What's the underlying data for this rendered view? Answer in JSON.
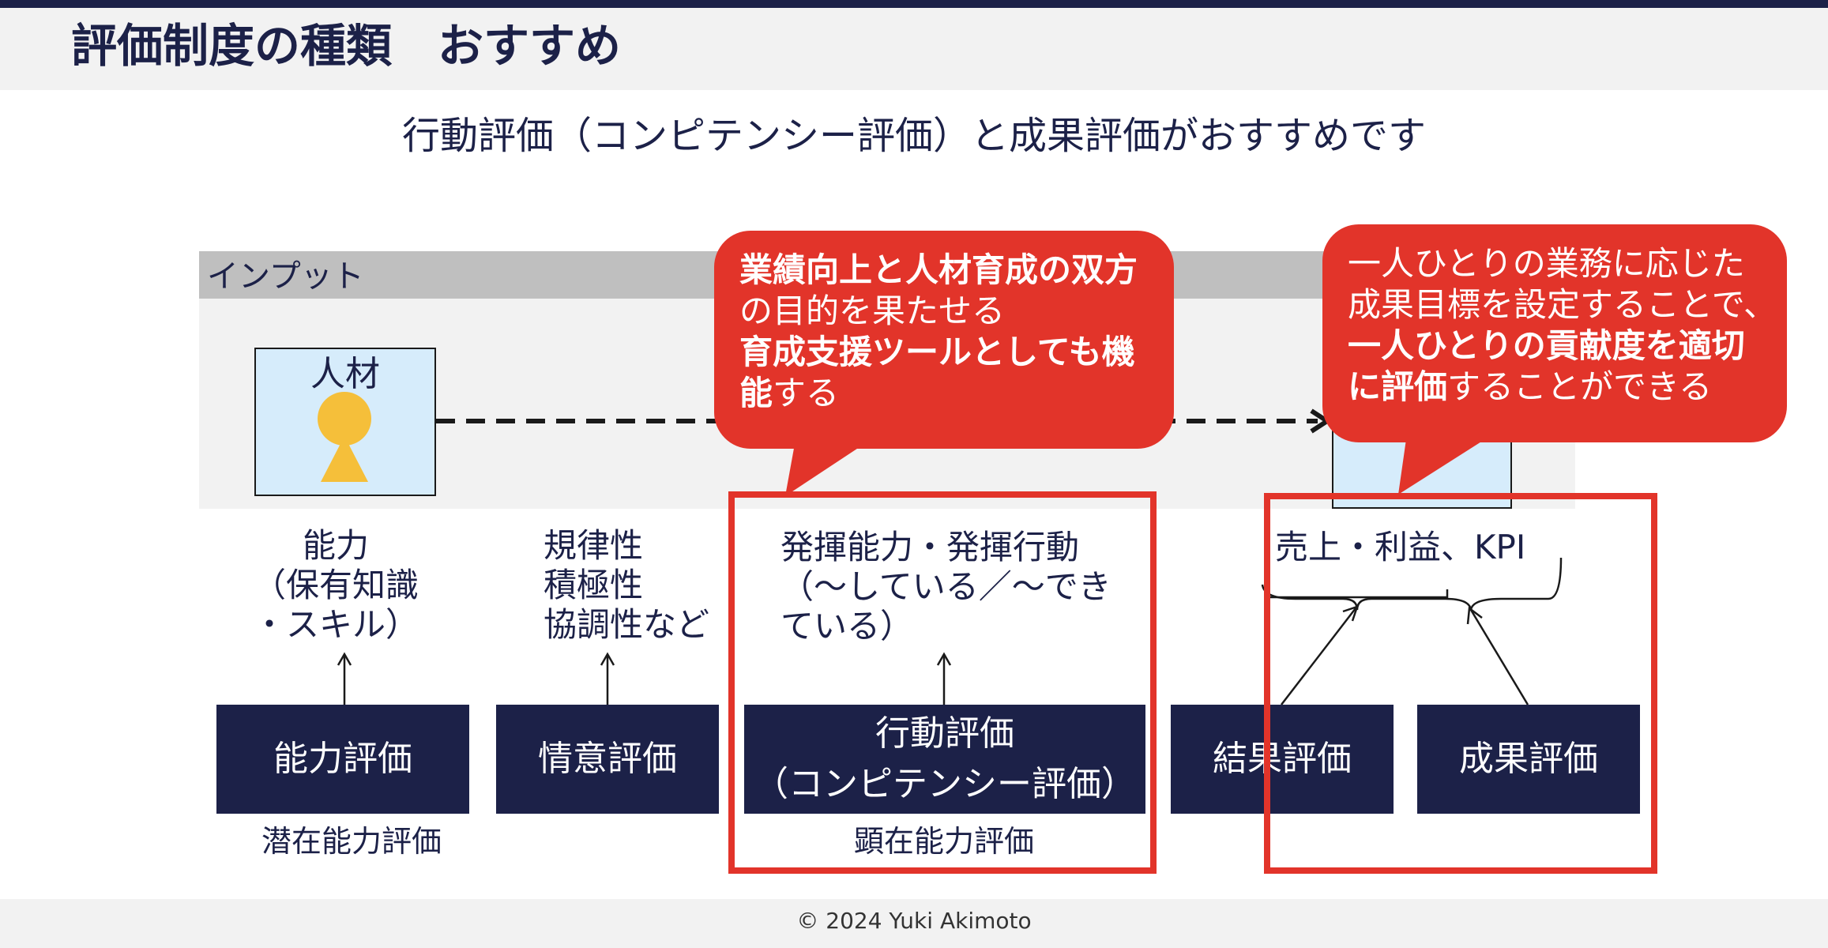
{
  "header": {
    "title": "評価制度の種類　おすすめ"
  },
  "subtitle": "行動評価（コンピテンシー評価）と成果評価がおすすめです",
  "diagram": {
    "input_label": "インプット",
    "person_label": "人材",
    "descriptions": {
      "ability": "能力\n（保有知識\n・スキル）",
      "attitude": "規律性\n積極性\n協調性など",
      "behavior": "発揮能力・発揮行動\n（～している／～でき\nている）",
      "result": "売上・利益、KPI"
    },
    "eval_boxes": {
      "ability": "能力評価",
      "attitude": "情意評価",
      "behavior": "行動評価\n（コンピテンシー評価）",
      "result": "結果評価",
      "performance": "成果評価"
    },
    "categories": {
      "latent": "潜在能力評価",
      "manifest": "顕在能力評価"
    },
    "callout_left": {
      "line1_bold": "業績向上と人材育成の双方",
      "line2": "の目的を果たせる",
      "line3_bold": "育成支援ツールとしても機",
      "line4_bold": "能",
      "line4_rest": "する"
    },
    "callout_right": {
      "line1": "一人ひとりの業務に応じた",
      "line2": "成果目標を設定することで、",
      "line3_bold": "一人ひとりの貢献度を適切",
      "line4_bold": "に評価",
      "line4_rest": "することができる"
    },
    "colors": {
      "navy": "#1c2148",
      "red": "#e2342a",
      "light_blue": "#d6ecfb",
      "person_icon": "#f5bf3a"
    }
  },
  "footer": {
    "copyright": "© 2024 Yuki Akimoto"
  }
}
